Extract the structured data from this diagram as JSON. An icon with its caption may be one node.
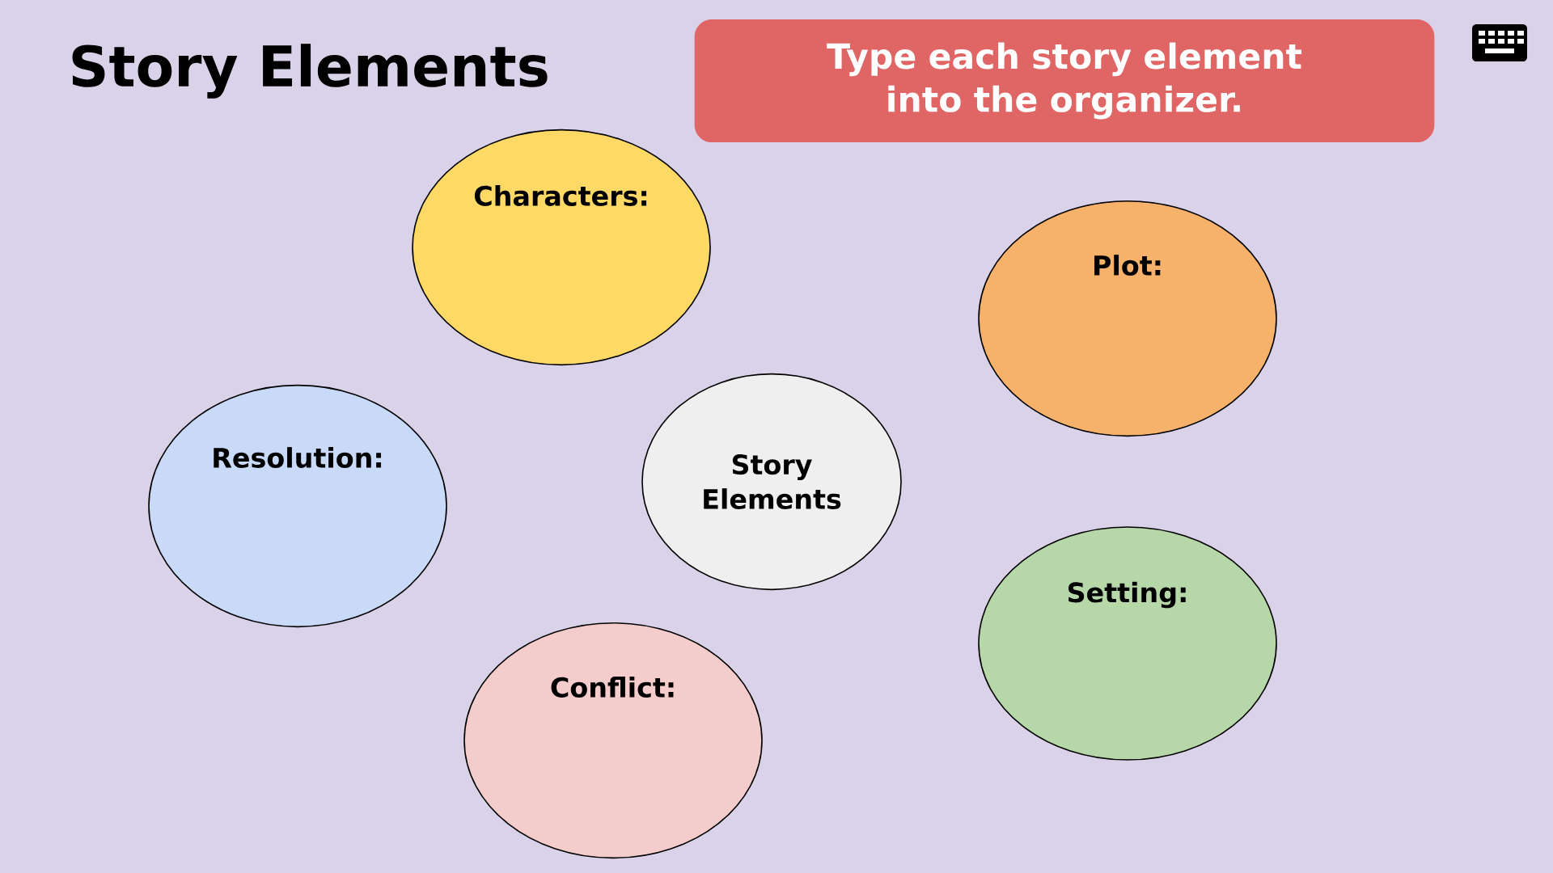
{
  "diagram": {
    "title": "Story Elements",
    "nodes": [
      {
        "text": [
          "Type each story element into the organizer."
        ]
      },
      {
        "text": [
          "Characters:"
        ]
      },
      {
        "text": [
          "Plot:"
        ]
      },
      {
        "text": [
          "Resolution:"
        ]
      },
      {
        "text": [
          "Story Elements"
        ]
      },
      {
        "text": [
          "Setting:"
        ]
      },
      {
        "text": [
          "Conflict:"
        ]
      }
    ]
  }
}
